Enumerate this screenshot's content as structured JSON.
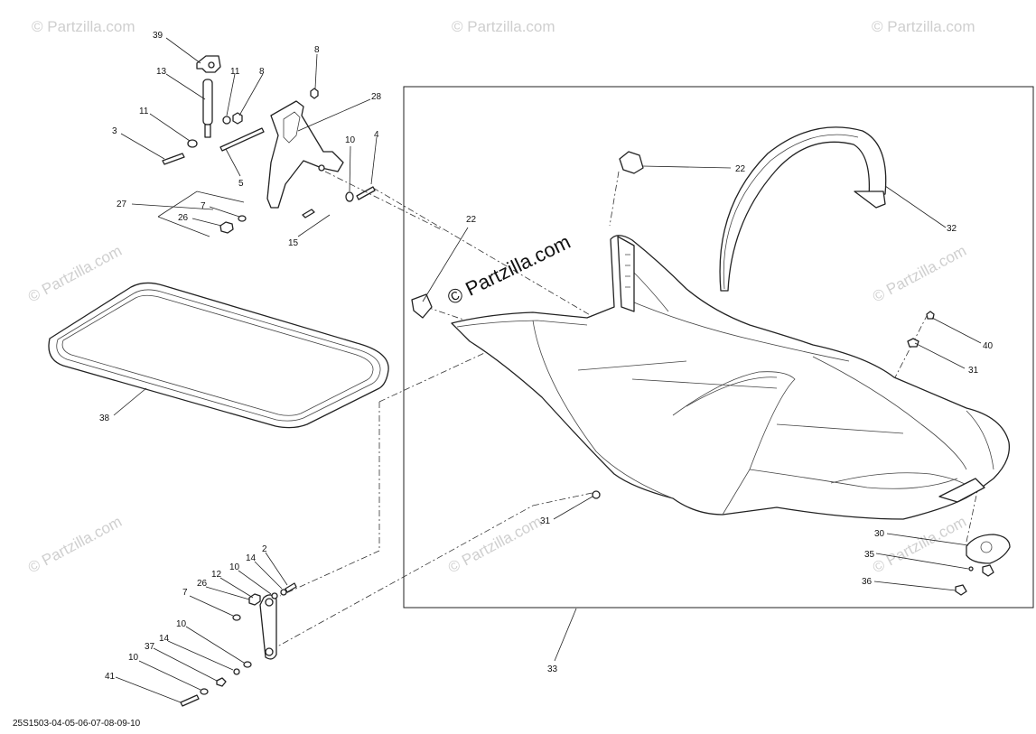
{
  "watermark": {
    "text": "© Partzilla.com"
  },
  "diagram_code": "25S1503-04-05-06-07-08-09-10",
  "callouts": {
    "c39": "39",
    "c13": "13",
    "c11a": "11",
    "c8a": "8",
    "c8b": "8",
    "c11b": "11",
    "c3": "3",
    "c28": "28",
    "c10a": "10",
    "c4": "4",
    "c5": "5",
    "c27": "27",
    "c7a": "7",
    "c26a": "26",
    "c15": "15",
    "c22a": "22",
    "c22b": "22",
    "c32": "32",
    "c40": "40",
    "c31a": "31",
    "c38": "38",
    "c31b": "31",
    "c30": "30",
    "c35": "35",
    "c36": "36",
    "c2": "2",
    "c14a": "14",
    "c10b": "10",
    "c12": "12",
    "c26b": "26",
    "c7b": "7",
    "c10c": "10",
    "c14b": "14",
    "c37": "37",
    "c10d": "10",
    "c41": "41",
    "c33": "33"
  }
}
